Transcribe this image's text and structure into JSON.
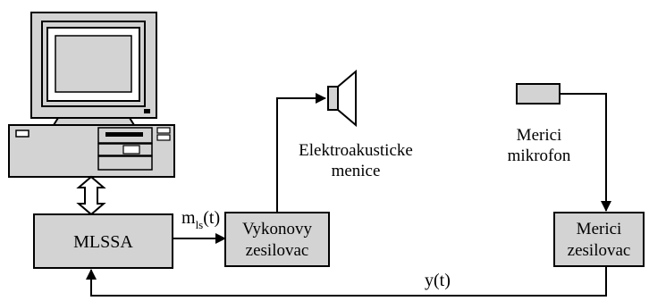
{
  "blocks": {
    "mlssa": "MLSSA",
    "amp": [
      "Vykonovy",
      "zesilovac"
    ],
    "meas_amp": [
      "Merici",
      "zesilovac"
    ]
  },
  "labels": {
    "speaker": [
      "Elektroakusticke",
      "menice"
    ],
    "mic": [
      "Merici",
      "mikrofon"
    ],
    "signal_m": "m",
    "signal_m_sub": "ls",
    "signal_m_arg": "(t)",
    "signal_y": "y(t)"
  }
}
